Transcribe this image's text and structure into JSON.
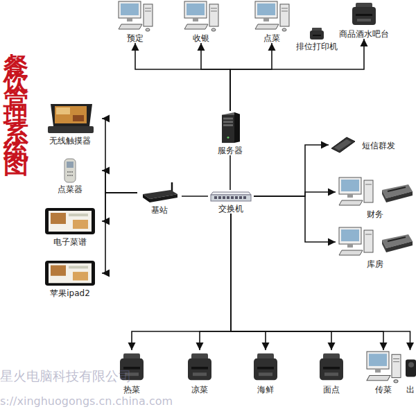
{
  "diagram": {
    "title": "餐饮管理系统图",
    "nodes": [
      {
        "text": [
          "预定"
        ]
      },
      {
        "text": [
          "收银"
        ]
      },
      {
        "text": [
          "点菜"
        ]
      },
      {
        "text": [
          "排位打印机"
        ]
      },
      {
        "text": [
          "商品酒水吧台"
        ]
      },
      {
        "text": [
          "服务器"
        ]
      },
      {
        "text": [
          "交换机"
        ]
      },
      {
        "text": [
          "基站"
        ]
      },
      {
        "text": [
          "无线触摸器"
        ]
      },
      {
        "text": [
          "点菜器"
        ]
      },
      {
        "text": [
          "电子菜谱"
        ]
      },
      {
        "text": [
          "苹果ipad2"
        ]
      },
      {
        "text": [
          "短信群发"
        ]
      },
      {
        "text": [
          "财务"
        ]
      },
      {
        "text": [
          "库房"
        ]
      },
      {
        "text": [
          "热菜"
        ]
      },
      {
        "text": [
          "凉菜"
        ]
      },
      {
        "text": [
          "海鲜"
        ]
      },
      {
        "text": [
          "面点"
        ]
      },
      {
        "text": [
          "传菜"
        ]
      },
      {
        "text": [
          "出"
        ]
      }
    ],
    "edges": [
      {
        "from": 5,
        "to": 0,
        "arrow": "to"
      },
      {
        "from": 5,
        "to": 1,
        "arrow": "to"
      },
      {
        "from": 5,
        "to": 2,
        "arrow": "to"
      },
      {
        "from": 5,
        "to": 4,
        "arrow": "to"
      },
      {
        "from": 6,
        "to": 5,
        "arrow": "none"
      },
      {
        "from": 6,
        "to": 7,
        "arrow": "none"
      },
      {
        "from": 7,
        "to": 8,
        "arrow": "to"
      },
      {
        "from": 7,
        "to": 9,
        "arrow": "to"
      },
      {
        "from": 7,
        "to": 10,
        "arrow": "to"
      },
      {
        "from": 7,
        "to": 11,
        "arrow": "to"
      },
      {
        "from": 6,
        "to": 12,
        "arrow": "to"
      },
      {
        "from": 6,
        "to": 13,
        "arrow": "to"
      },
      {
        "from": 6,
        "to": 14,
        "arrow": "to"
      },
      {
        "from": 6,
        "to": 15,
        "arrow": "to"
      },
      {
        "from": 6,
        "to": 16,
        "arrow": "to"
      },
      {
        "from": 6,
        "to": 17,
        "arrow": "to"
      },
      {
        "from": 6,
        "to": 18,
        "arrow": "to"
      },
      {
        "from": 6,
        "to": 19,
        "arrow": "to"
      },
      {
        "from": 6,
        "to": 20,
        "arrow": "to"
      }
    ],
    "labels": [
      "星火电脑科技有限公司",
      "s://xinghuogongs.cn.china.com"
    ]
  }
}
